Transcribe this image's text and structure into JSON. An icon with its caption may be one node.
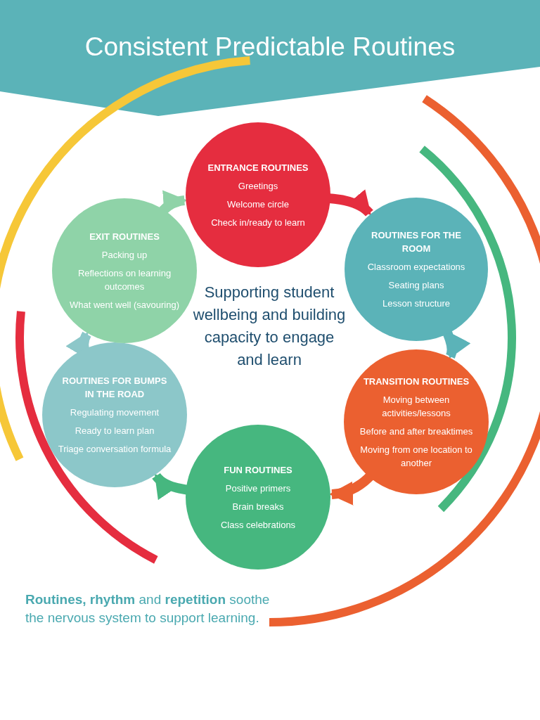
{
  "diagram": {
    "title": "Consistent Predictable Routines",
    "nodes": [
      {
        "text": [
          "ENTRANCE ROUTINES",
          "Greetings",
          "Welcome circle",
          "Check in/ready to learn"
        ]
      },
      {
        "text": [
          "ROUTINES FOR THE ROOM",
          "Classroom expectations",
          "Seating plans",
          "Lesson structure"
        ]
      },
      {
        "text": [
          "TRANSITION ROUTINES",
          "Moving between activities/lessons",
          "Before and after breaktimes",
          "Moving from one location to another"
        ]
      },
      {
        "text": [
          "FUN ROUTINES",
          "Positive primers",
          "Brain breaks",
          "Class celebrations"
        ]
      },
      {
        "text": [
          "ROUTINES FOR BUMPS IN THE ROAD",
          "Regulating movement",
          "Ready to learn plan",
          "Triage conversation formula"
        ]
      },
      {
        "text": [
          "EXIT ROUTINES",
          "Packing up",
          "Reflections on learning outcomes",
          "What went well (savouring)"
        ]
      }
    ],
    "edges": [
      {
        "from": 0,
        "to": 1,
        "arrow": "to",
        "color": "#e52d3f"
      },
      {
        "from": 1,
        "to": 2,
        "arrow": "to",
        "color": "#5bb3b8"
      },
      {
        "from": 2,
        "to": 3,
        "arrow": "to",
        "color": "#eb6030"
      },
      {
        "from": 3,
        "to": 4,
        "arrow": "to",
        "color": "#46b77f"
      },
      {
        "from": 4,
        "to": 5,
        "arrow": "to",
        "color": "#8cc7c9"
      },
      {
        "from": 5,
        "to": 0,
        "arrow": "to",
        "color": "#8fd3a8"
      }
    ],
    "labels": [
      "Supporting student wellbeing and building capacity to engage and learn",
      "**Routines, rhythm** and **repetition** soothe the nervous system to support learning."
    ]
  }
}
